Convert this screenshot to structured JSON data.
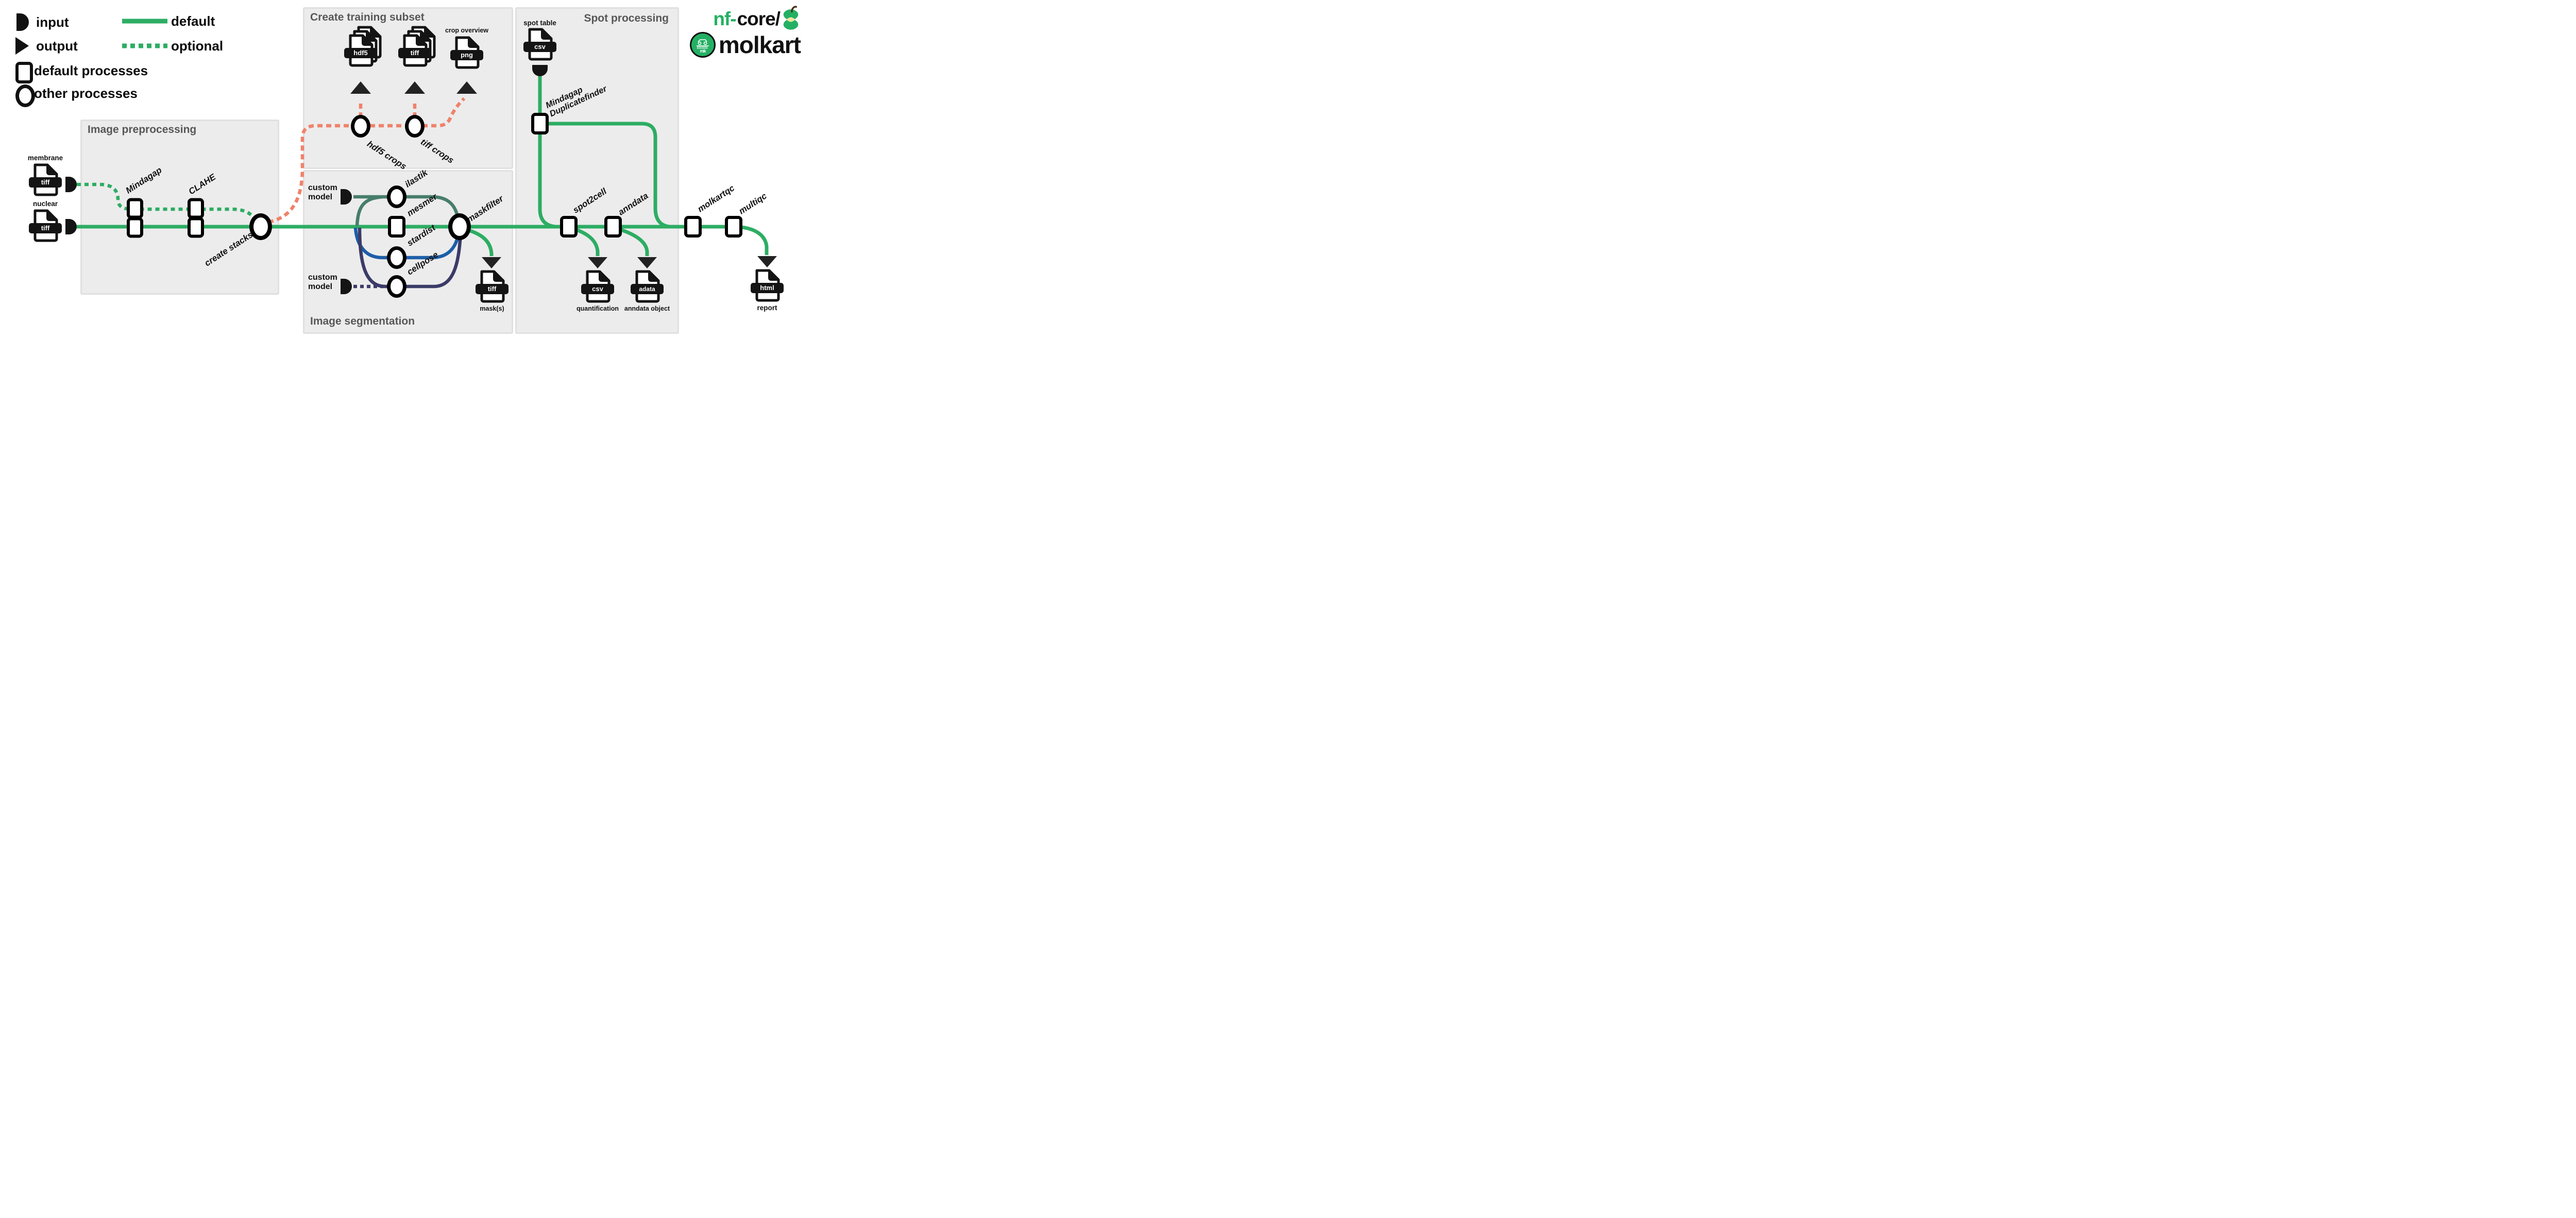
{
  "colors": {
    "green": "#2DAD63",
    "nf_green": "#24B064",
    "salmon": "#F0826B",
    "teal": "#477D6C",
    "blue": "#1D5EA8",
    "navy": "#3B3B68",
    "ink": "#141414",
    "box_bg": "#ECECEC",
    "box_border": "#E0E0E0",
    "title_gray": "#575757",
    "apple_cream": "#EFE3A1",
    "stem_brown": "#4A2C17"
  },
  "legend": {
    "input": "input",
    "output": "output",
    "default_processes": "default processes",
    "other_processes": "other processes",
    "default_line": "default",
    "optional_line": "optional"
  },
  "logo": {
    "prefix_green": "nf-",
    "prefix_black": "core/",
    "name": "molkart",
    "badge": "mk"
  },
  "boxes": {
    "preprocessing": "Image preprocessing",
    "training": "Create training subset",
    "segmentation": "Image segmentation",
    "spot": "Spot processing"
  },
  "inputs": {
    "membrane_caption": "membrane",
    "membrane_format": "tiff",
    "nuclear_caption": "nuclear",
    "nuclear_format": "tiff",
    "custom_model_line1": "custom",
    "custom_model_line2": "model",
    "spot_table_caption": "spot table",
    "spot_table_format": "csv"
  },
  "processes": {
    "mindagap": "Mindagap",
    "clahe": "CLAHE",
    "create_stacks": "create stacks",
    "hdf5_crops": "hdf5 crops",
    "tiff_crops": "tiff crops",
    "ilastik": "ilastik",
    "mesmer": "mesmer",
    "stardist": "stardist",
    "cellpose": "cellpose",
    "maskfilter": "maskfilter",
    "duplicatefinder_line1": "Mindagap",
    "duplicatefinder_line2": "Duplicatefinder",
    "spot2cell": "spot2cell",
    "anndata": "anndata",
    "molkartqc": "molkartqc",
    "multiqc": "multiqc"
  },
  "outputs": {
    "hdf5_format": "hdf5",
    "tiff_crops_format": "tiff",
    "png_format": "png",
    "png_caption": "crop overview",
    "mask_format": "tiff",
    "mask_caption": "mask(s)",
    "quant_format": "csv",
    "quant_caption": "quantification",
    "adata_format": "adata",
    "adata_caption": "anndata object",
    "report_format": "html",
    "report_caption": "report"
  }
}
